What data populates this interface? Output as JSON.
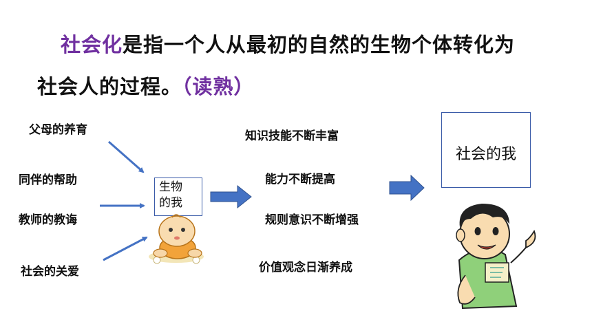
{
  "definition": {
    "term": "社会化",
    "line1_rest": "是指一个人从最初的自然的生物个体转化为",
    "line2": "社会人的过程。",
    "note": "（读熟）"
  },
  "influences": [
    "父母的养育",
    "同伴的帮助",
    "教师的教诲",
    "社会的关爱"
  ],
  "bio_self": {
    "line1": "生物",
    "line2": "的我"
  },
  "developments": [
    "知识技能不断丰富",
    "能力不断提高",
    "规则意识不断增强",
    "价值观念日渐养成"
  ],
  "social_self": "社会的我",
  "colors": {
    "term": "#7030a0",
    "arrow": "#4472c4",
    "box_border": "#3a5ba8"
  },
  "icons": [
    "baby-illustration",
    "boy-illustration"
  ]
}
